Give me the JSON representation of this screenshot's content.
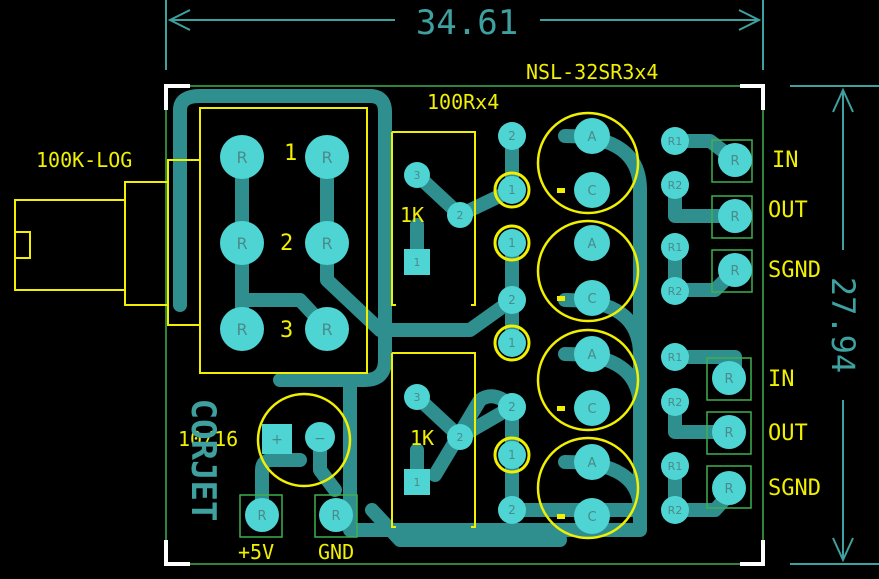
{
  "dimensions": {
    "width": "34.61",
    "height": "27.94"
  },
  "labels": {
    "pot": "100K-LOG",
    "resistor_array": "100Rx4",
    "relay": "NSL-32SR3x4",
    "in1": "IN",
    "out1": "OUT",
    "sgnd1": "SGND",
    "in2": "IN",
    "out2": "OUT",
    "sgnd2": "SGND",
    "plus5v": "+5V",
    "gnd": "GND",
    "cap": "10/16",
    "ktop": "1K",
    "kbot": "1K",
    "pos1": "1",
    "pos2": "2",
    "pos3": "3",
    "logo": "CORJET",
    "pad_r": "R",
    "pad_a": "A",
    "pad_c": "C",
    "pad_1": "1",
    "pad_2": "2",
    "pad_3": "3",
    "pad_r1": "R1",
    "pad_r2": "R2",
    "cap_plus": "+",
    "cap_minus": "−"
  },
  "colors": {
    "copper": "#2f8f8f",
    "pad": "#4fd4d4",
    "silk": "#f0f000",
    "outline": "#3fb04f",
    "dim": "#3fa0a0"
  }
}
